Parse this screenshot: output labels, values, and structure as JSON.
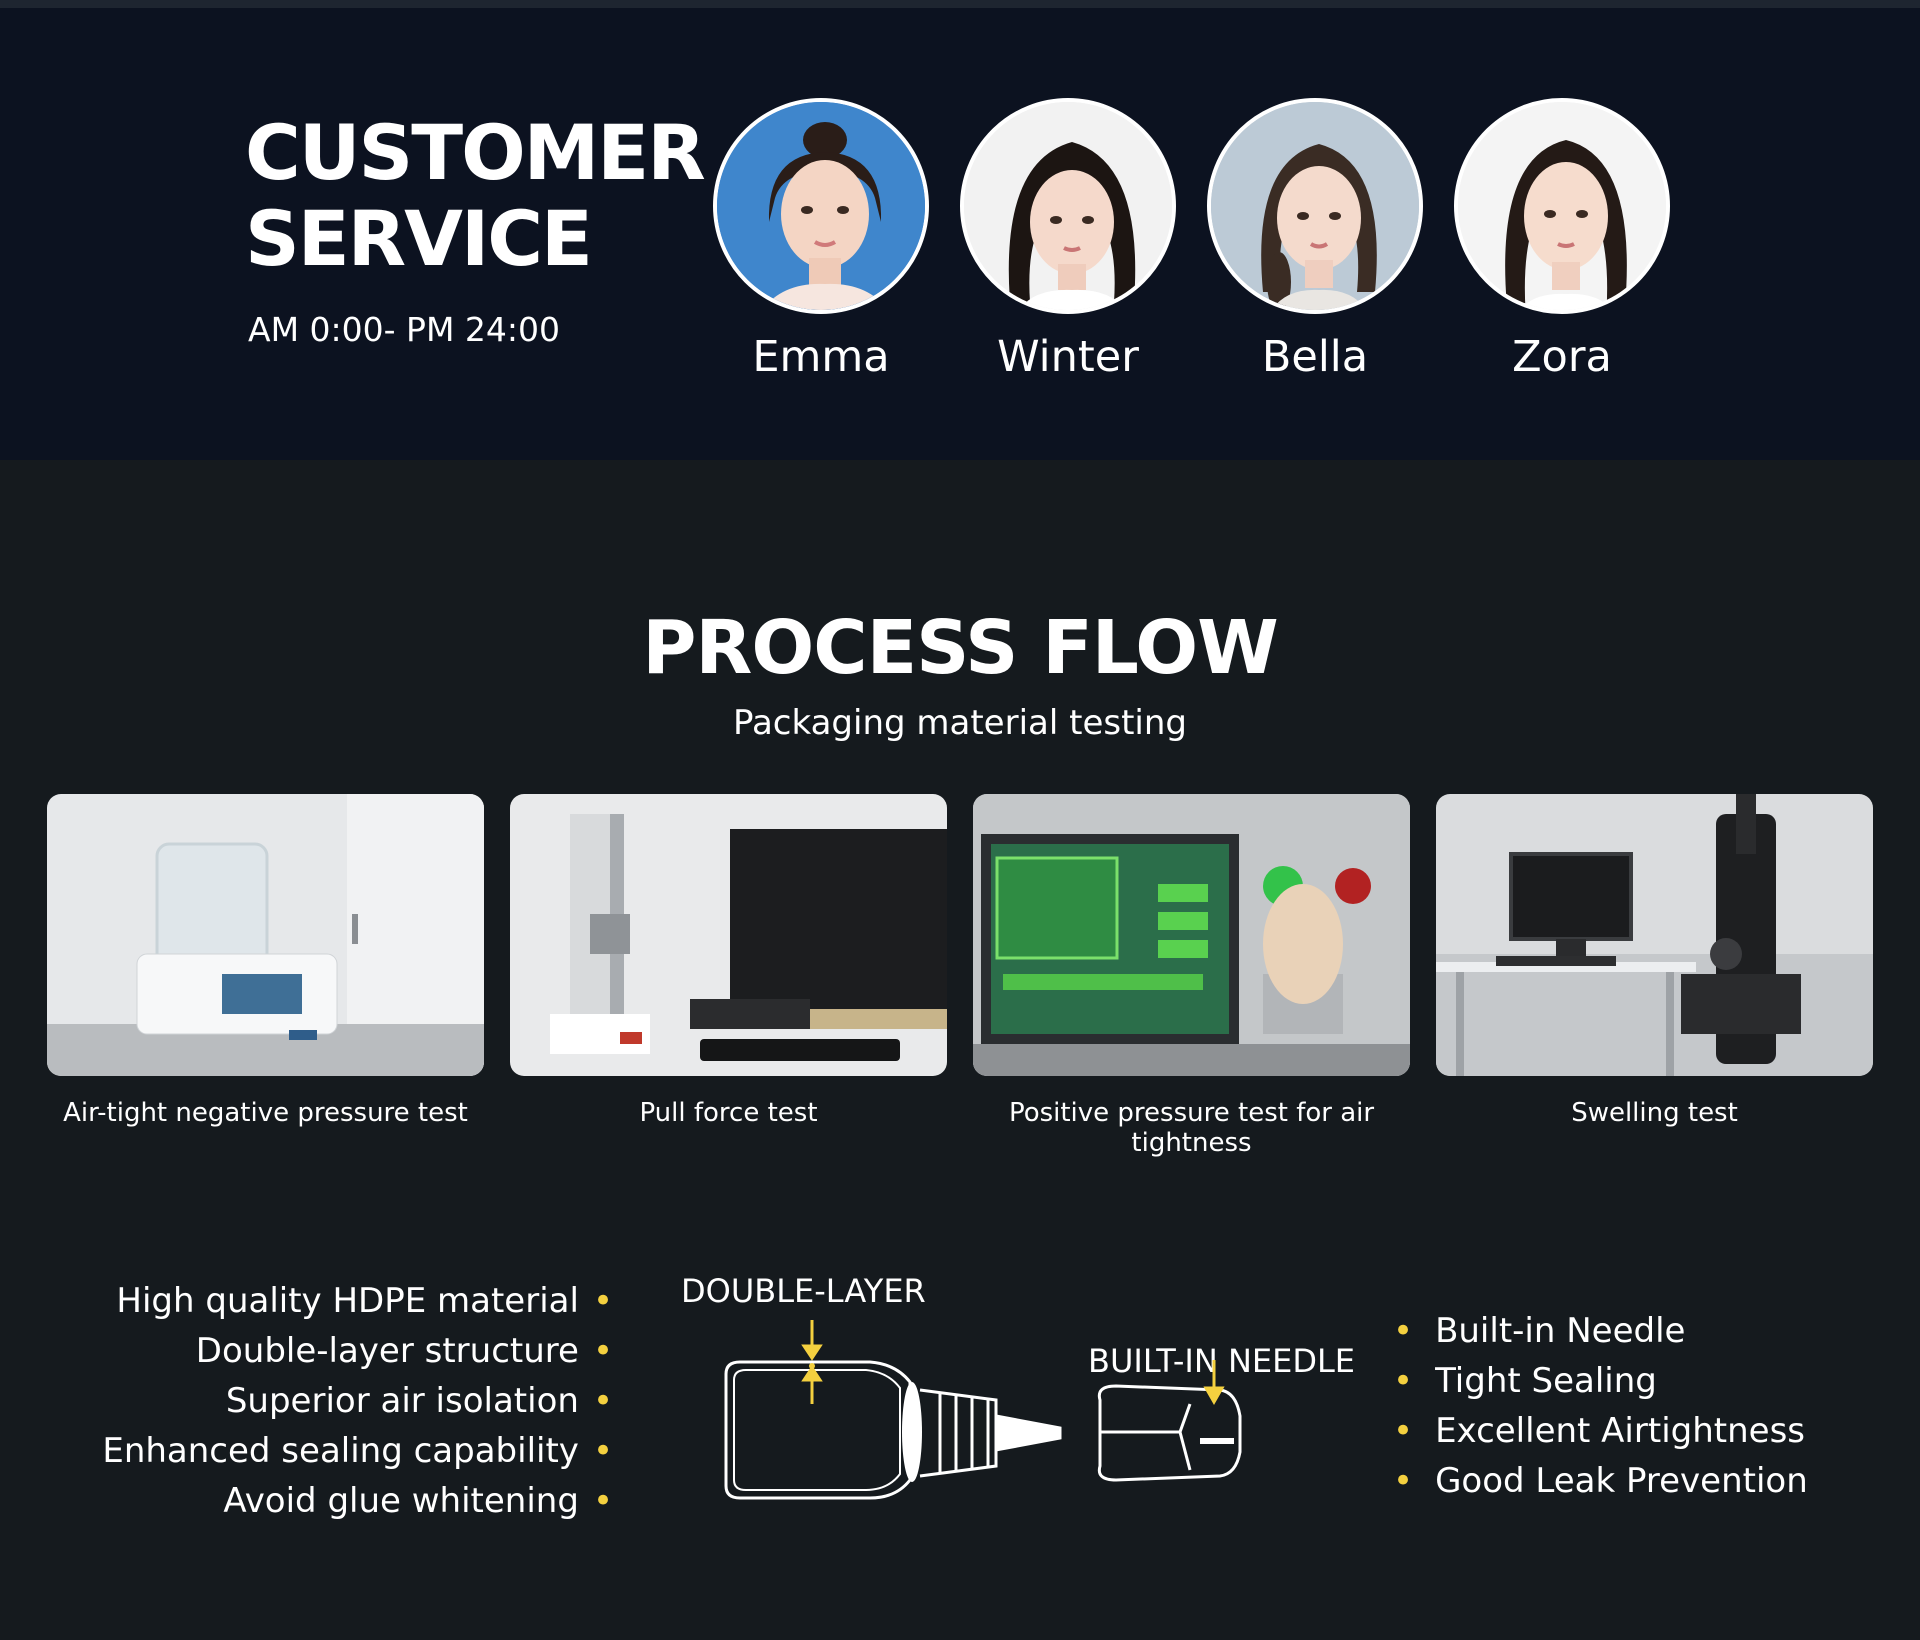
{
  "customer_service": {
    "title_line1": "CUSTOMER",
    "title_line2": "SERVICE",
    "hours": "AM 0:00- PM 24:00",
    "agents": [
      {
        "name": "Emma",
        "photo_bg": "#3d7fc4"
      },
      {
        "name": "Winter",
        "photo_bg": "#f1f1f1"
      },
      {
        "name": "Bella",
        "photo_bg": "#b9c7d3"
      },
      {
        "name": "Zora",
        "photo_bg": "#f4f4f4"
      }
    ]
  },
  "process_flow": {
    "title": "PROCESS FLOW",
    "subtitle": "Packaging material testing",
    "tests": [
      {
        "caption": "Air-tight negative pressure test"
      },
      {
        "caption": "Pull force test"
      },
      {
        "caption": "Positive pressure test for air tightness"
      },
      {
        "caption": "Swelling test"
      }
    ]
  },
  "features": {
    "left": [
      "High quality HDPE material",
      "Double-layer structure",
      "Superior air isolation",
      "Enhanced sealing capability",
      "Avoid glue whitening"
    ],
    "right": [
      "Built-in Needle",
      "Tight Sealing",
      "Excellent Airtightness",
      "Good Leak Prevention"
    ],
    "label_double_layer": "DOUBLE-LAYER",
    "label_built_in_needle": "BUILT-IN NEEDLE",
    "bullet": "•"
  },
  "colors": {
    "band_bg": "#0c1220",
    "page_bg": "#151a1e",
    "accent_yellow": "#f4d03f"
  }
}
